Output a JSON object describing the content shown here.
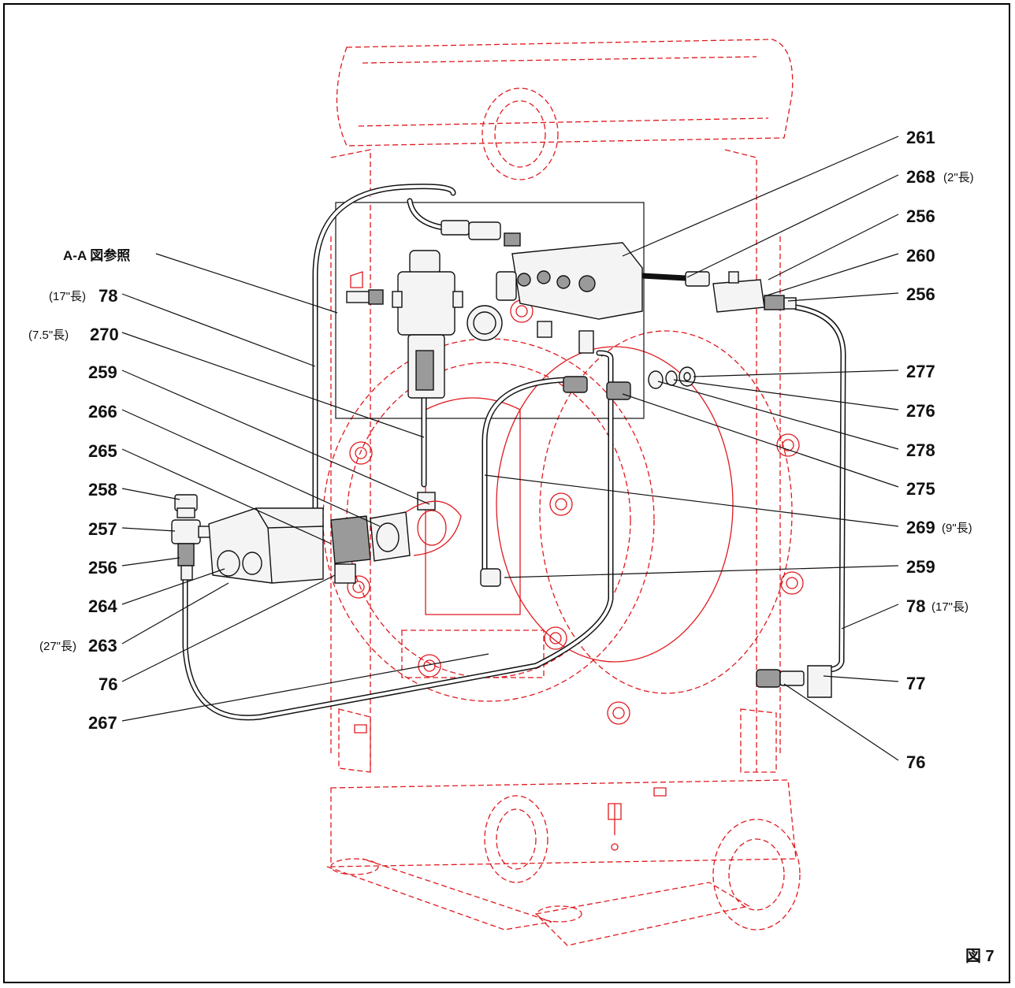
{
  "figure_label": "図 7",
  "section_ref": "A-A 図参照",
  "callouts": [
    {
      "id": "c261",
      "number": "261",
      "note": ""
    },
    {
      "id": "c268",
      "number": "268",
      "note": "(2\"長)"
    },
    {
      "id": "c256a",
      "number": "256",
      "note": ""
    },
    {
      "id": "c260",
      "number": "260",
      "note": ""
    },
    {
      "id": "c256b",
      "number": "256",
      "note": ""
    },
    {
      "id": "c277",
      "number": "277",
      "note": ""
    },
    {
      "id": "c276",
      "number": "276",
      "note": ""
    },
    {
      "id": "c278",
      "number": "278",
      "note": ""
    },
    {
      "id": "c275",
      "number": "275",
      "note": ""
    },
    {
      "id": "c269",
      "number": "269",
      "note": "(9\"長)"
    },
    {
      "id": "c259r",
      "number": "259",
      "note": ""
    },
    {
      "id": "c78r",
      "number": "78",
      "note": "(17\"長)"
    },
    {
      "id": "c77",
      "number": "77",
      "note": ""
    },
    {
      "id": "c76r",
      "number": "76",
      "note": ""
    },
    {
      "id": "c78l",
      "number": "78",
      "note": "(17\"長)"
    },
    {
      "id": "c270",
      "number": "270",
      "note": "(7.5\"長)"
    },
    {
      "id": "c259l",
      "number": "259",
      "note": ""
    },
    {
      "id": "c266",
      "number": "266",
      "note": ""
    },
    {
      "id": "c265",
      "number": "265",
      "note": ""
    },
    {
      "id": "c258",
      "number": "258",
      "note": ""
    },
    {
      "id": "c257",
      "number": "257",
      "note": ""
    },
    {
      "id": "c256l",
      "number": "256",
      "note": ""
    },
    {
      "id": "c264",
      "number": "264",
      "note": ""
    },
    {
      "id": "c263",
      "number": "263",
      "note": "(27\"長)"
    },
    {
      "id": "c76l",
      "number": "76",
      "note": ""
    },
    {
      "id": "c267",
      "number": "267",
      "note": ""
    }
  ],
  "colors": {
    "pump_outline": "#e0191e",
    "assembly_line": "#111111"
  }
}
